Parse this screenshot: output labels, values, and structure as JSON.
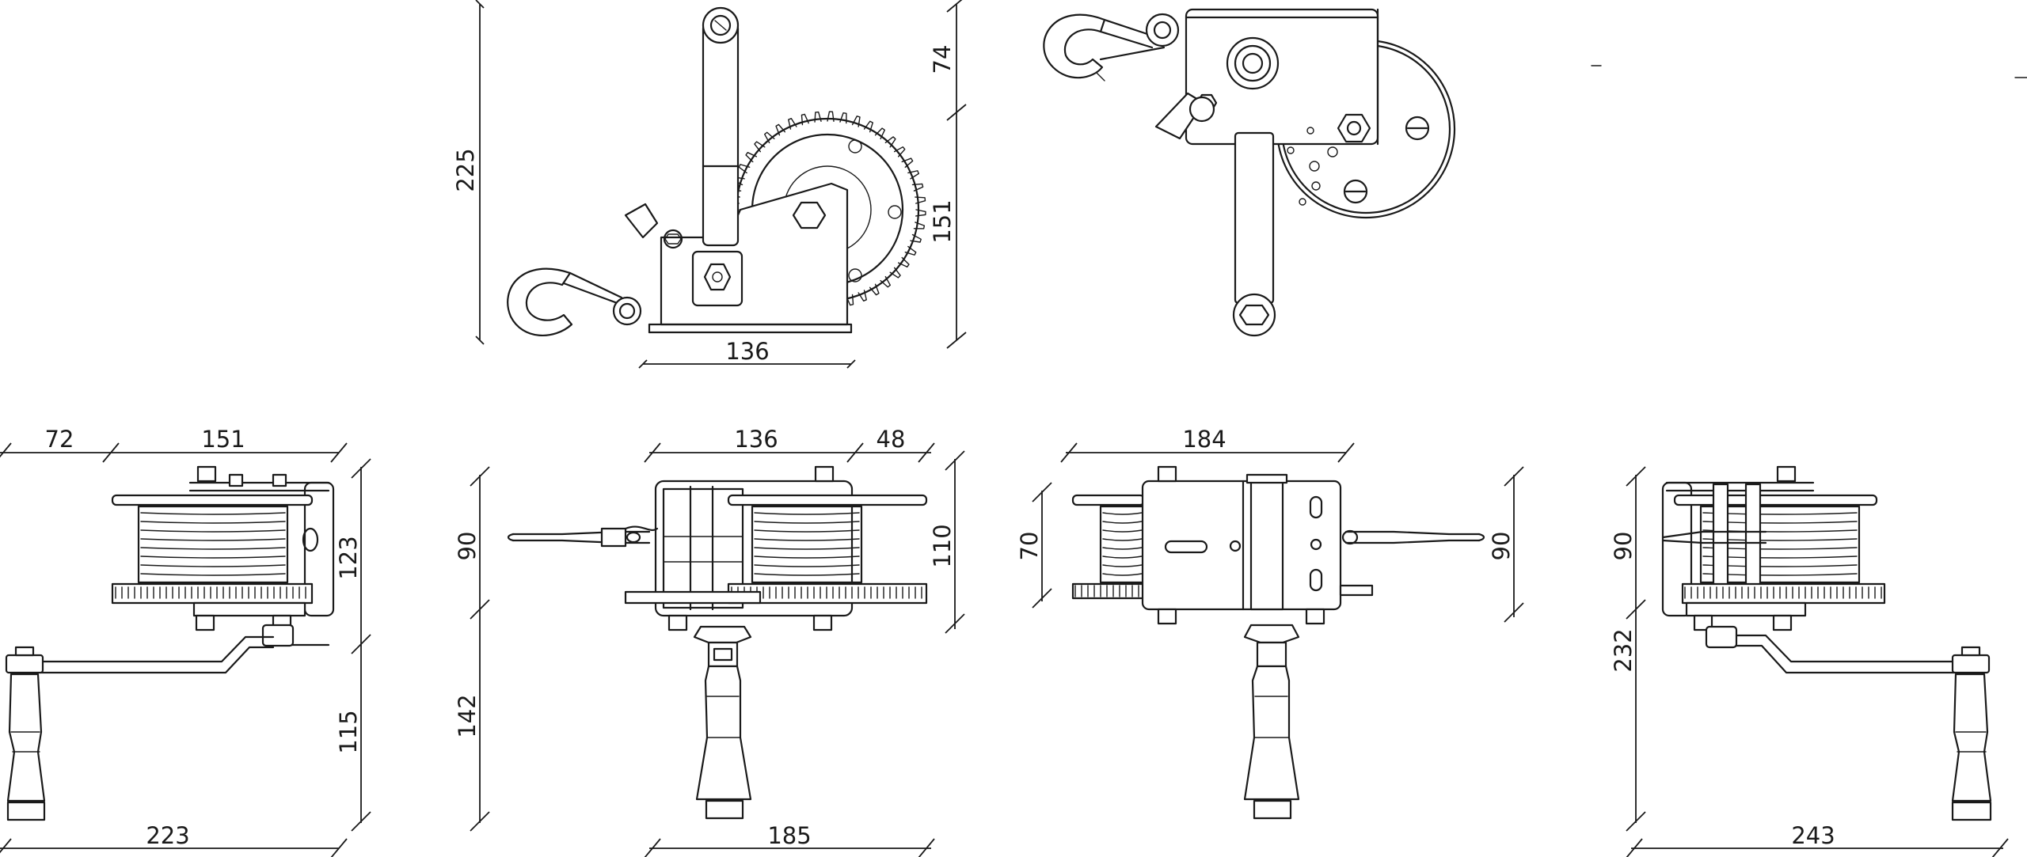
{
  "drawing": {
    "top_front": {
      "height_total": "225",
      "base_width": "136"
    },
    "top_side": {
      "upper_height": "74",
      "lower_height": "151"
    },
    "view_left": {
      "offset": "72",
      "body_width": "151",
      "upper_height": "123",
      "lower_height": "115",
      "total_width": "223"
    },
    "view_front": {
      "body_width": "136",
      "hook_offset": "48",
      "left_upper_height": "90",
      "left_lower_height": "142",
      "right_height": "110",
      "total_width": "185"
    },
    "view_top": {
      "body_width": "184",
      "left_height": "70",
      "right_height": "90"
    },
    "view_right": {
      "upper_height": "90",
      "lower_height": "232",
      "total_width": "243"
    }
  }
}
